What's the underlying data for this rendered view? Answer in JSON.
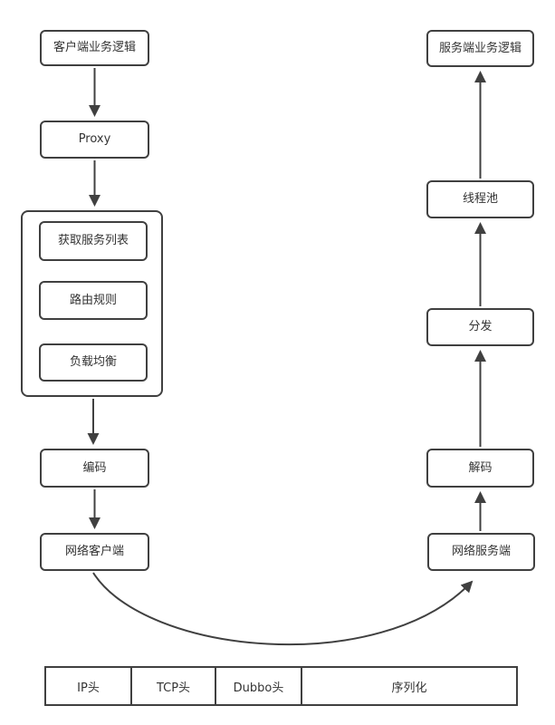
{
  "diagram": {
    "client_flow": {
      "business_logic": "客户端业务逻辑",
      "proxy": "Proxy",
      "cluster": {
        "get_service_list": "获取服务列表",
        "routing_rules": "路由规则",
        "load_balancing": "负载均衡"
      },
      "encode": "编码",
      "network_client": "网络客户端"
    },
    "server_flow": {
      "business_logic": "服务端业务逻辑",
      "thread_pool": "线程池",
      "dispatch": "分发",
      "decode": "解码",
      "network_server": "网络服务端"
    },
    "packet_table": {
      "cells": [
        "IP头",
        "TCP头",
        "Dubbo头",
        "序列化"
      ]
    },
    "colors": {
      "stroke": "#404040",
      "text": "#333333",
      "background": "#ffffff"
    }
  }
}
